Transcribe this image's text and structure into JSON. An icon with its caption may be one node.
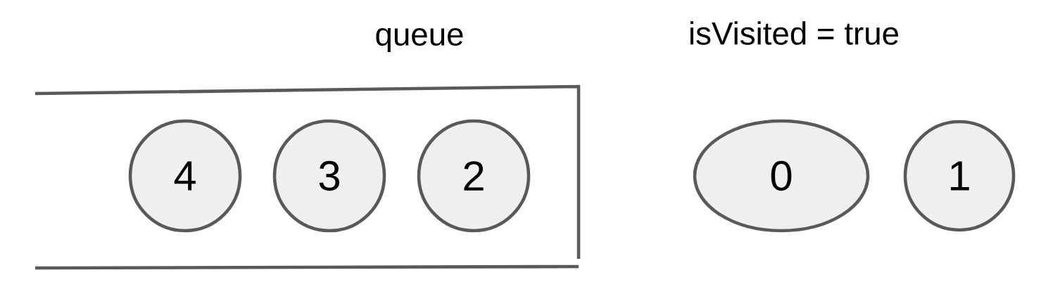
{
  "diagram": {
    "nodes": [
      {
        "text": [
          "queue"
        ]
      },
      {
        "text": [
          "4"
        ],
        "in": 0
      },
      {
        "text": [
          "3"
        ],
        "in": 0
      },
      {
        "text": [
          "2"
        ],
        "in": 0
      },
      {
        "text": [
          "0"
        ]
      },
      {
        "text": [
          "1"
        ]
      }
    ],
    "labels": [
      "isVisited = true"
    ]
  }
}
